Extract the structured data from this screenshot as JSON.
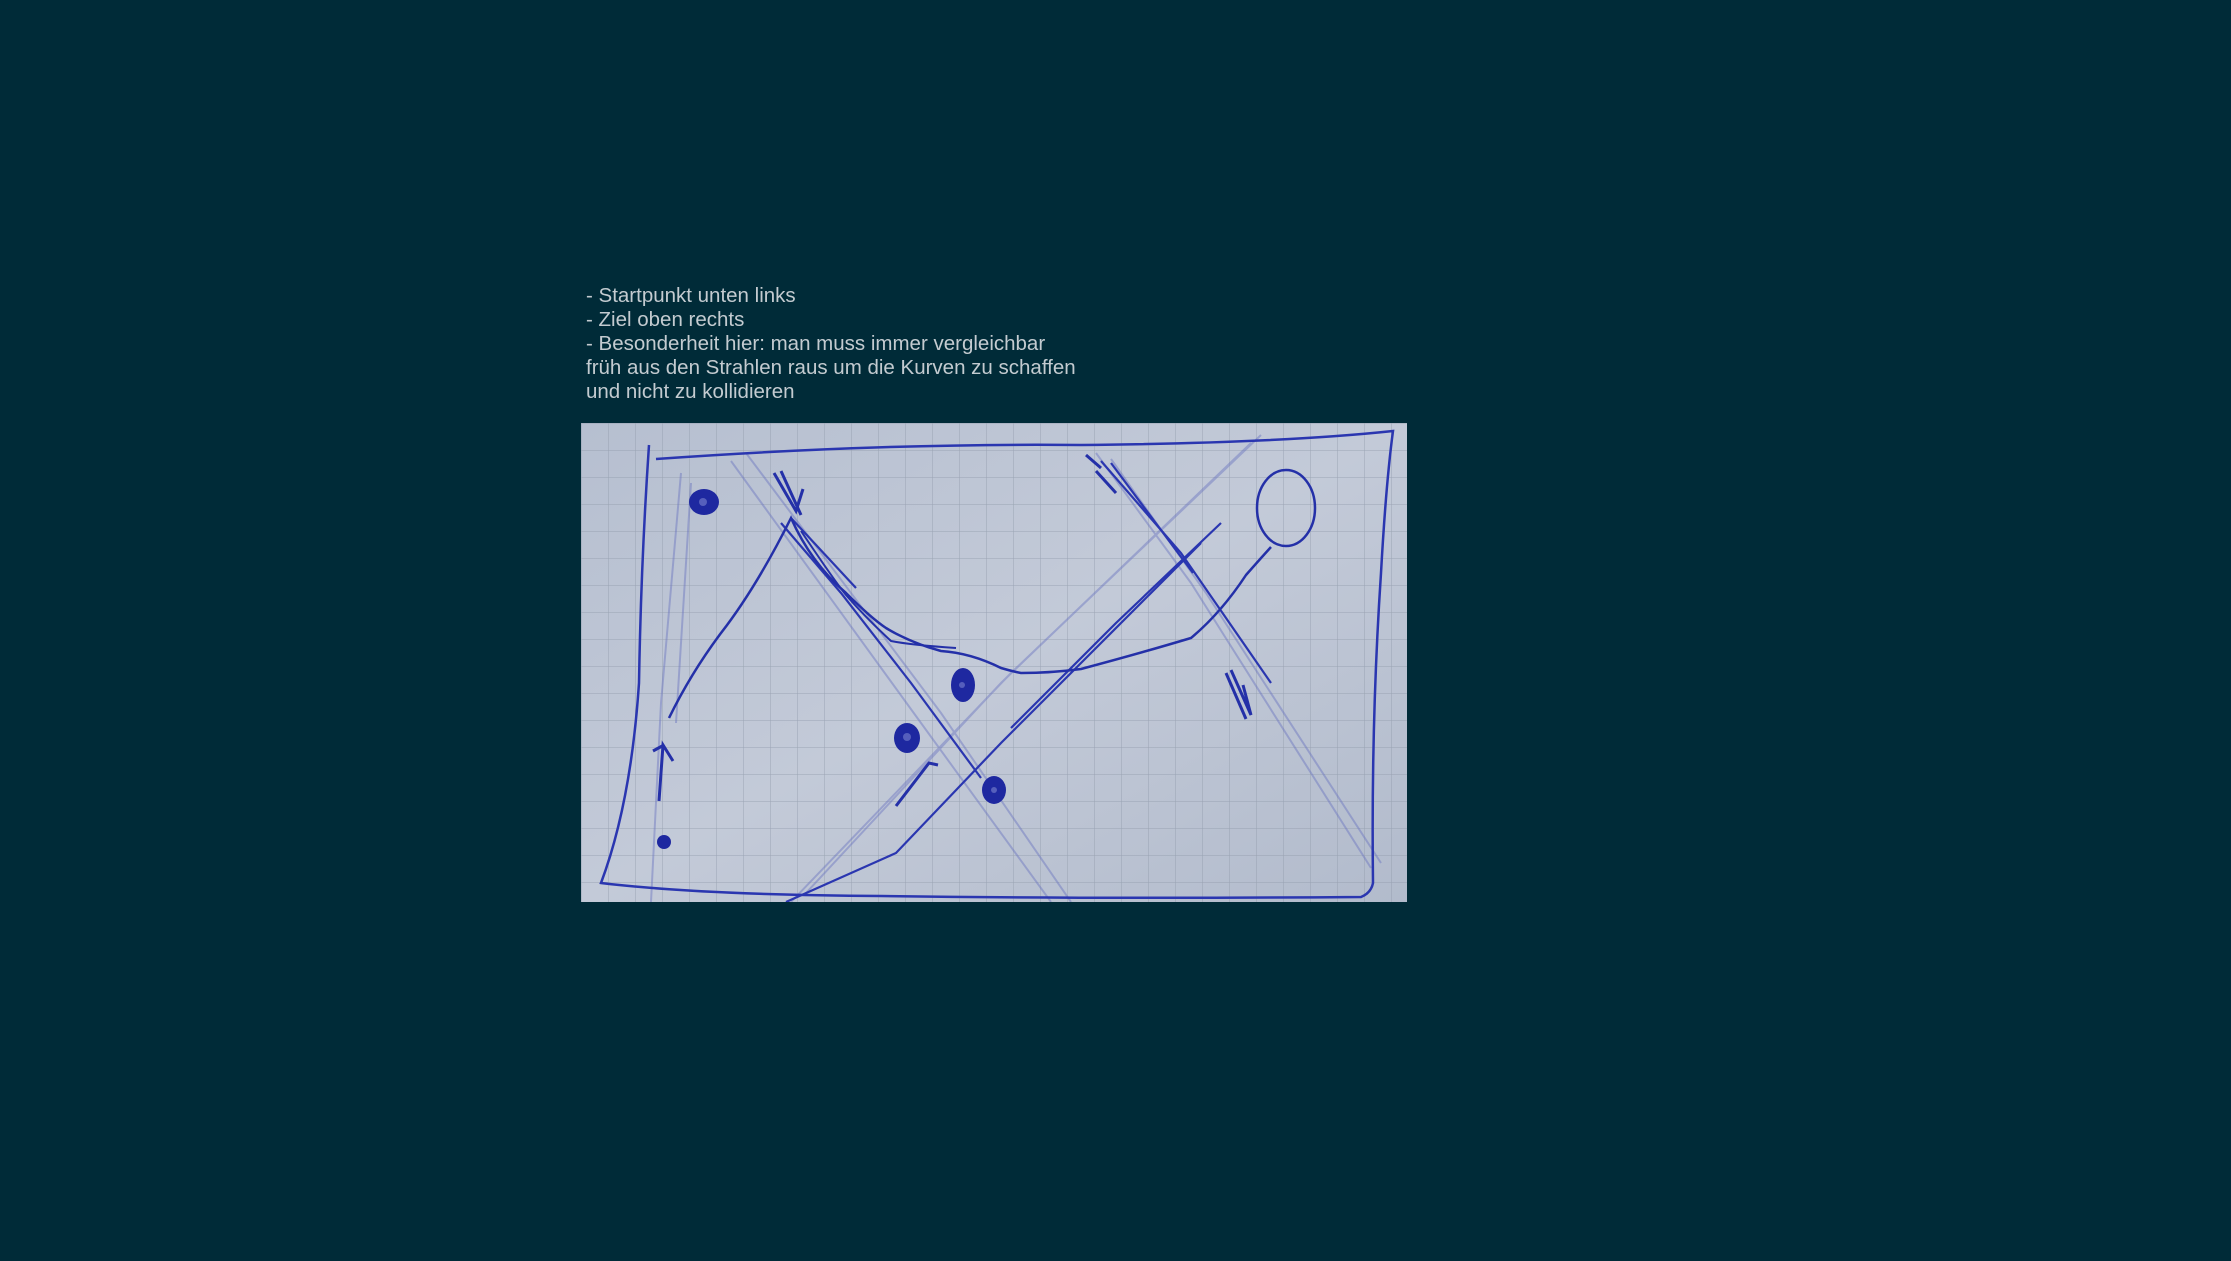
{
  "notes": {
    "lines": [
      "- Startpunkt unten links",
      "- Ziel oben rechts",
      "- Besonderheit hier: man muss immer vergleichbar",
      "früh aus den Strahlen raus um die Kurven zu schaffen",
      "und nicht zu kollidieren"
    ]
  },
  "sketch": {
    "description_icon": "hand-drawn-level-sketch",
    "paper_color": "#bcc4d4",
    "grid_color": "#8e98a8",
    "ink_color": "#2430a8"
  }
}
